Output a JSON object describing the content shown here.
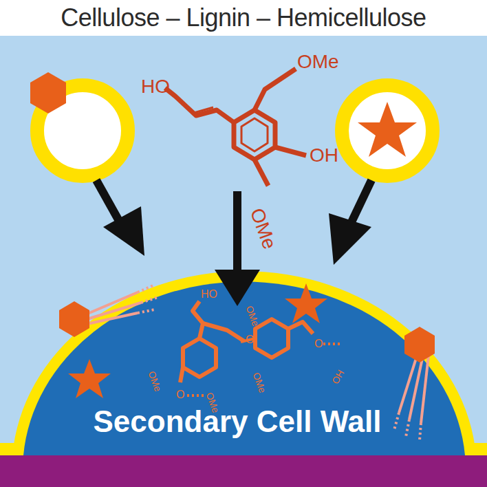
{
  "diagram": {
    "title": "Cellulose – Lignin – Hemicellulose",
    "nodes": [
      {
        "text": [
          "Secondary Cell Wall"
        ]
      }
    ],
    "labels": [
      "HO",
      "OMe",
      "OH",
      "OMe",
      "HO",
      "O",
      "OMe",
      "OMe",
      "OMe",
      "O",
      "OMe",
      "O",
      "OH"
    ]
  }
}
